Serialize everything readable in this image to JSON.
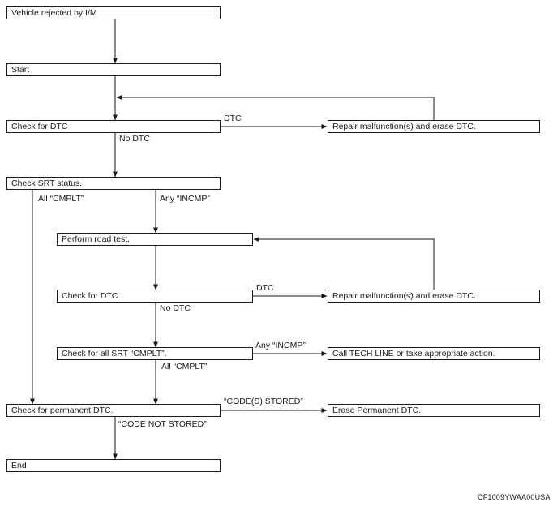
{
  "diagram": {
    "nodes": {
      "vehicle_rejected": "Vehicle rejected by I/M",
      "start": "Start",
      "check_dtc_1": "Check for DTC",
      "repair_1": "Repair malfunction(s) and erase DTC.",
      "check_srt": "Check SRT status.",
      "road_test": "Perform road test.",
      "check_dtc_2": "Check for DTC",
      "repair_2": "Repair malfunction(s) and erase DTC.",
      "check_all_srt": "Check for all SRT “CMPLT”.",
      "call_tech": "Call TECH LINE or take appropriate action.",
      "check_permanent": "Check for permanent DTC.",
      "erase_permanent": "Erase Permanent DTC.",
      "end": "End"
    },
    "edge_labels": {
      "dtc_1": "DTC",
      "no_dtc_1": "No DTC",
      "all_cmplt_1": "All “CMPLT”",
      "any_incmp_1": "Any “INCMP”",
      "dtc_2": "DTC",
      "no_dtc_2": "No DTC",
      "any_incmp_2": "Any “INCMP”",
      "all_cmplt_2": "All “CMPLT”",
      "codes_stored": "“CODE(S) STORED”",
      "code_not_stored": "“CODE NOT STORED”"
    },
    "figure_code": "CF1009YWAA00USA",
    "colors": {
      "line": "#1a1a1a",
      "text": "#1a1a1a",
      "background": "#ffffff"
    }
  }
}
